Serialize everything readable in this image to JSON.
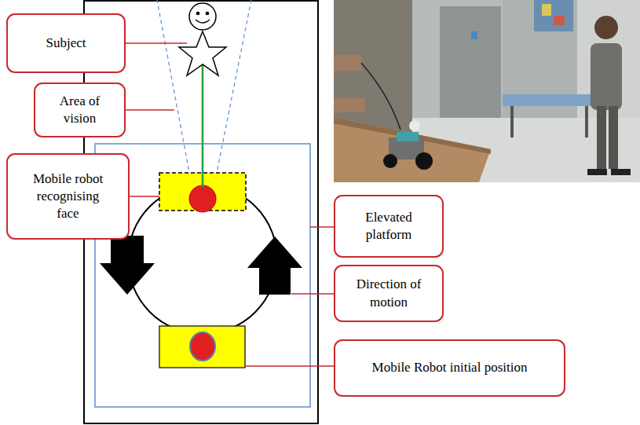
{
  "diagram": {
    "nodes": [
      {
        "text": [
          "Subject"
        ]
      },
      {
        "text": [
          "Area of vision"
        ]
      },
      {
        "text": [
          "Mobile robot recognising face"
        ]
      },
      {
        "text": [
          "Elevated platform"
        ]
      },
      {
        "text": [
          "Direction of motion"
        ]
      },
      {
        "text": [
          "Mobile Robot initial position"
        ]
      }
    ]
  }
}
